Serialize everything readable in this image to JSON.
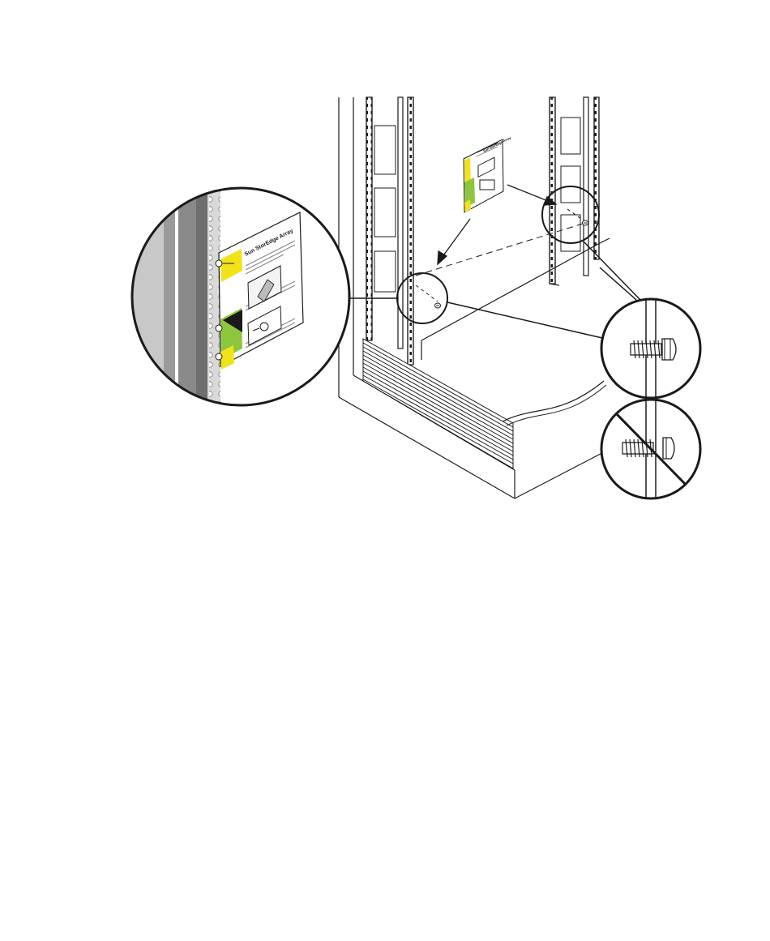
{
  "figure": {
    "caption": "",
    "subject": "rack-mounting-template-installation"
  },
  "callouts": {
    "detail_label_title": "Sun StorEdge Array",
    "small_label_title": "Sun StorEdge Array",
    "screw_correct": "correct-screw-orientation",
    "screw_incorrect": "incorrect-screw-orientation"
  },
  "colors": {
    "line": "#1a1a1a",
    "label_yellow": "#f2e21a",
    "label_green": "#8cc63f",
    "rail_gray": "#9a9a9a",
    "rail_dark": "#7a7a7a",
    "rail_light": "#c8c8c8"
  }
}
